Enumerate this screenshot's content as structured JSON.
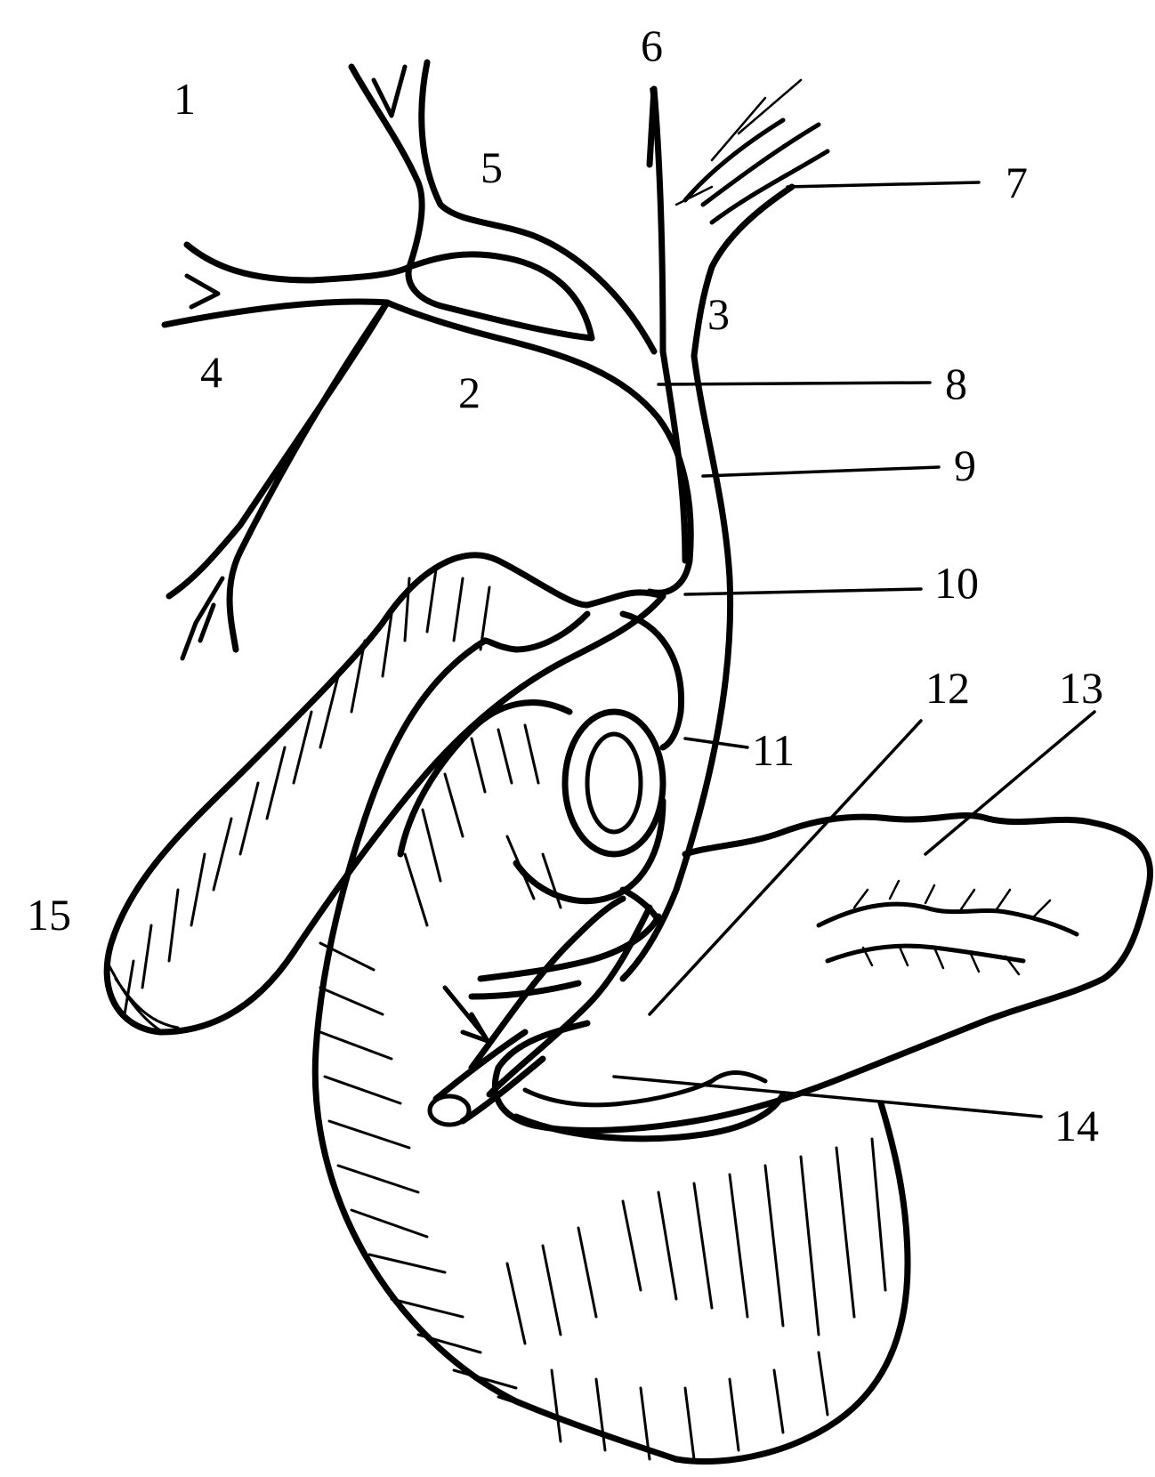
{
  "figure": {
    "labels": [
      "1",
      "2",
      "3",
      "4",
      "5",
      "6",
      "7",
      "8",
      "9",
      "10",
      "11",
      "12",
      "13",
      "14",
      "15"
    ],
    "ink_color": "#000000",
    "background_color": "#ffffff"
  }
}
